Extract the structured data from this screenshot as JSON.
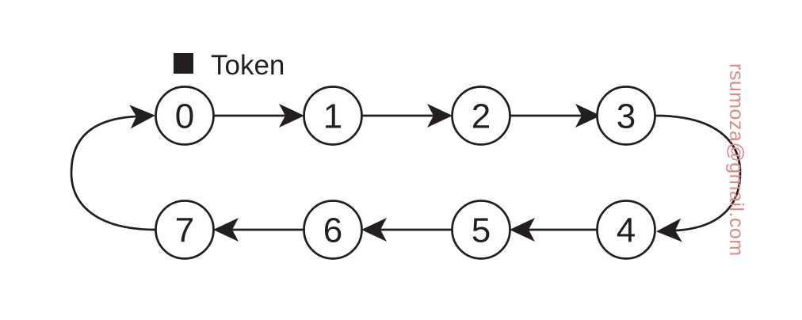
{
  "diagram": {
    "type": "token-ring-network",
    "legend": {
      "label": "Token",
      "swatch_color": "#231f20"
    },
    "nodes": [
      {
        "label": "0"
      },
      {
        "label": "1"
      },
      {
        "label": "2"
      },
      {
        "label": "3"
      },
      {
        "label": "4"
      },
      {
        "label": "5"
      },
      {
        "label": "6"
      },
      {
        "label": "7"
      }
    ],
    "edges": [
      {
        "from": "0",
        "to": "1"
      },
      {
        "from": "1",
        "to": "2"
      },
      {
        "from": "2",
        "to": "3"
      },
      {
        "from": "3",
        "to": "4"
      },
      {
        "from": "4",
        "to": "5"
      },
      {
        "from": "5",
        "to": "6"
      },
      {
        "from": "6",
        "to": "7"
      },
      {
        "from": "7",
        "to": "0"
      }
    ],
    "colors": {
      "stroke": "#231f20",
      "node_fill": "#ffffff",
      "background": "#ffffff"
    }
  },
  "watermark": {
    "text": "rsumoza@gmail.com",
    "color": "#d98b8b"
  }
}
